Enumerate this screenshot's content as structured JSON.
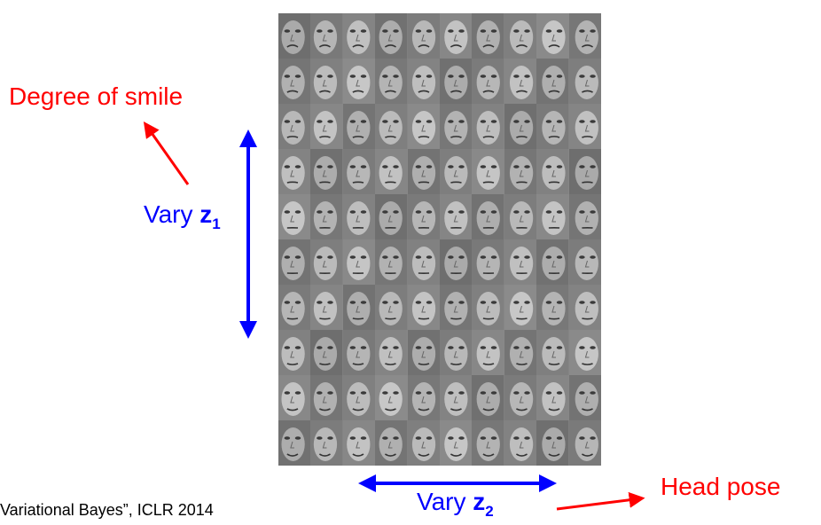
{
  "labels": {
    "smile": "Degree of smile",
    "vary_prefix_1": "Vary ",
    "z1_var": "z",
    "z1_sub": "1",
    "vary_prefix_2": "Vary ",
    "z2_var": "z",
    "z2_sub": "2",
    "head_pose": "Head pose",
    "citation": "Variational Bayes”, ICLR 2014"
  },
  "colors": {
    "red": "#ff0000",
    "blue": "#0000ff"
  },
  "face_grid": {
    "rows": 10,
    "cols": 10,
    "row_axis": "z1",
    "col_axis": "z2"
  }
}
